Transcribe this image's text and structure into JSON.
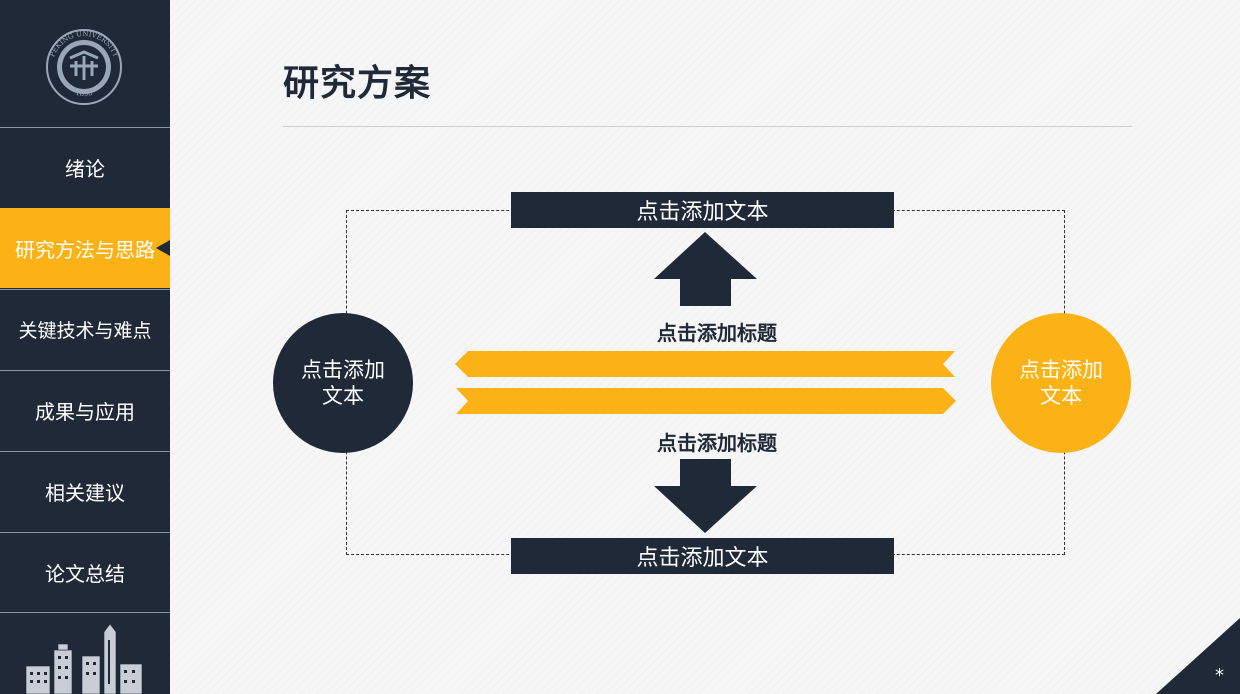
{
  "sidebar": {
    "logo_text": "PEKING UNIVERSITY",
    "logo_year": "1898",
    "items": [
      {
        "label": "绪论"
      },
      {
        "label": "研究方法与思路"
      },
      {
        "label": "关键技术与难点"
      },
      {
        "label": "成果与应用"
      },
      {
        "label": "相关建议"
      },
      {
        "label": "论文总结"
      }
    ],
    "active_index": 1
  },
  "page": {
    "title": "研究方案"
  },
  "diagram": {
    "top_box": "点击添加文本",
    "bottom_box": "点击添加文本",
    "top_heading": "点击添加标题",
    "bottom_heading": "点击添加标题",
    "left_circle": "点击添加\n文本",
    "left_circle_line1": "点击添加",
    "left_circle_line2": "文本",
    "right_circle_line1": "点击添加",
    "right_circle_line2": "文本"
  },
  "corner_mark": "*",
  "colors": {
    "navy": "#1f2937",
    "accent": "#fbb216",
    "background": "#f6f6f6"
  }
}
